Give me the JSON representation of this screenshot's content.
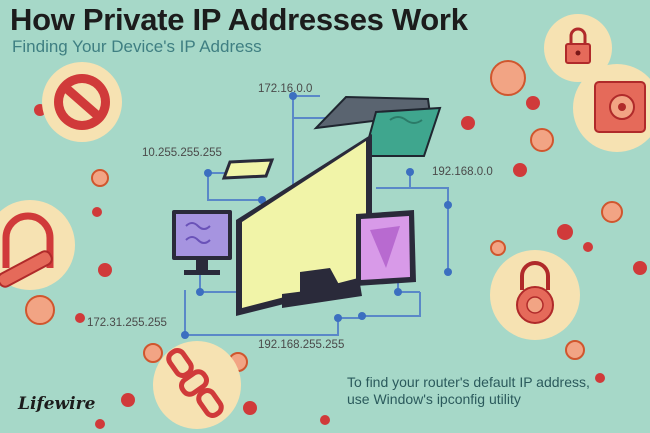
{
  "header": {
    "title": "How Private IP Addresses Work",
    "subtitle": "Finding Your Device's IP Address"
  },
  "diagram": {
    "ip_labels": [
      "172.16.0.0",
      "10.255.255.255",
      "192.168.0.0",
      "172.31.255.255",
      "192.168.255.255"
    ],
    "devices": [
      "laptop",
      "tablet",
      "monitor",
      "tv",
      "phone"
    ],
    "icons": [
      "no-entry-icon",
      "padlock-icon",
      "safe-icon",
      "bike-lock-icon",
      "combination-lock-icon",
      "chain-icon"
    ]
  },
  "caption": {
    "line1": "To find your router's default IP address,",
    "line2": "use Window's ipconfig utility"
  },
  "brand": {
    "logo_text": "Lifewire"
  },
  "colors": {
    "background": "#a6d8c8",
    "title": "#1c1c1c",
    "subtitle": "#3f7f82",
    "network_line": "#5a88c8",
    "screen_yellow": "#f1f4a8",
    "accent_red": "#d03a3a",
    "bubble_cream": "#f6e2b2",
    "bubble_salmon": "#f2a484"
  }
}
